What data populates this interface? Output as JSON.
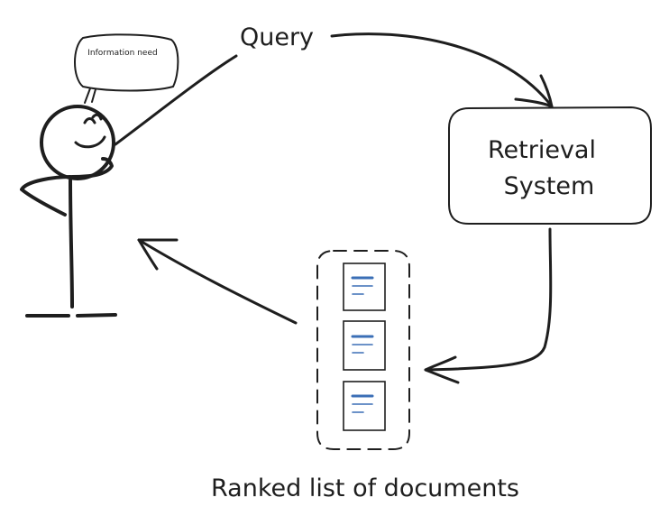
{
  "diagram": {
    "speech_bubble_text": "Information need",
    "query_label": "Query",
    "system_label_line1": "Retrieval",
    "system_label_line2": "System",
    "results_label": "Ranked list of documents",
    "documents": [
      {
        "icon": "document-icon"
      },
      {
        "icon": "document-icon"
      },
      {
        "icon": "document-icon"
      }
    ],
    "colors": {
      "ink": "#1e1e1e",
      "doc_accent": "#3b6fb6",
      "background": "#ffffff"
    }
  }
}
